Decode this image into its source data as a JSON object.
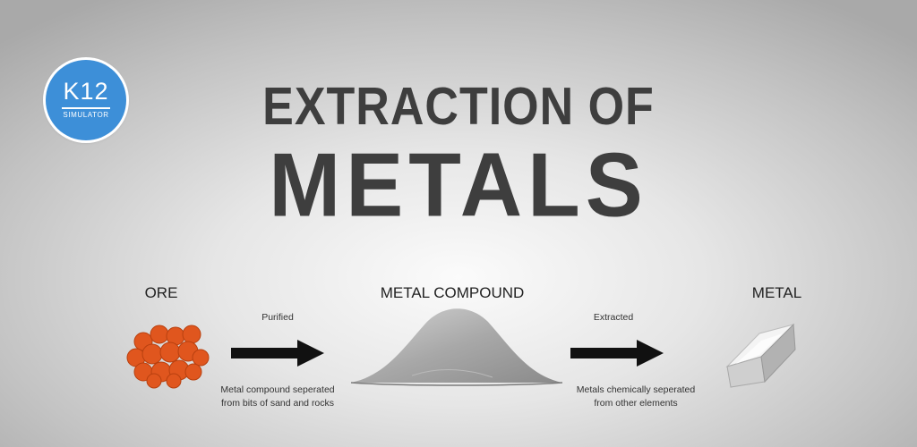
{
  "logo": {
    "brand": "K12",
    "sub": "SIMULATOR"
  },
  "title": {
    "line1": "EXTRACTION OF",
    "line2": "METALS"
  },
  "steps": {
    "ore": "ORE",
    "compound": "METAL COMPOUND",
    "metal": "METAL"
  },
  "arrows": {
    "first": {
      "label": "Purified",
      "caption_1": "Metal compound seperated",
      "caption_2": "from bits of sand and rocks"
    },
    "second": {
      "label": "Extracted",
      "caption_1": "Metals chemically seperated",
      "caption_2": "from other elements"
    }
  },
  "colors": {
    "ore": "#e0561e",
    "arrow": "#111111",
    "logo": "#3d8fd8",
    "title": "#3e3e3e"
  }
}
